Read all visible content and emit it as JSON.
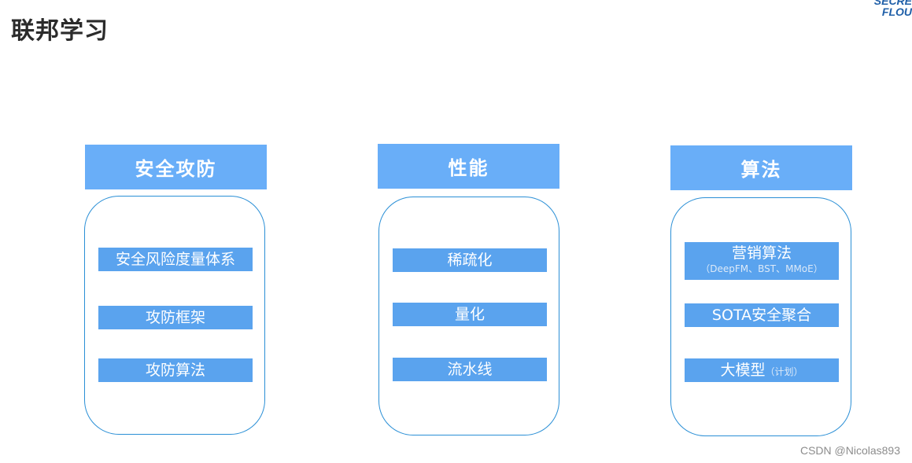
{
  "slide": {
    "title": "联邦学习",
    "logo": {
      "line1": "SECRE",
      "line2": "FLOU"
    }
  },
  "columns": [
    {
      "header": "安全攻防",
      "items": [
        {
          "label": "安全风险度量体系"
        },
        {
          "label": "攻防框架"
        },
        {
          "label": "攻防算法"
        }
      ]
    },
    {
      "header": "性能",
      "items": [
        {
          "label": "稀疏化"
        },
        {
          "label": "量化"
        },
        {
          "label": "流水线"
        }
      ]
    },
    {
      "header": "算法",
      "items": [
        {
          "label": "营销算法",
          "sub": "（DeepFM、BST、MMoE）"
        },
        {
          "label": "SOTA安全聚合"
        },
        {
          "label": "大模型",
          "sub": "（计划）"
        }
      ]
    }
  ],
  "watermark": "CSDN @Nicolas893",
  "colors": {
    "header_bg": "#69aef8",
    "item_bg": "#5aa3ee",
    "box_border": "#2a8fd6",
    "logo": "#1f5fa8"
  }
}
